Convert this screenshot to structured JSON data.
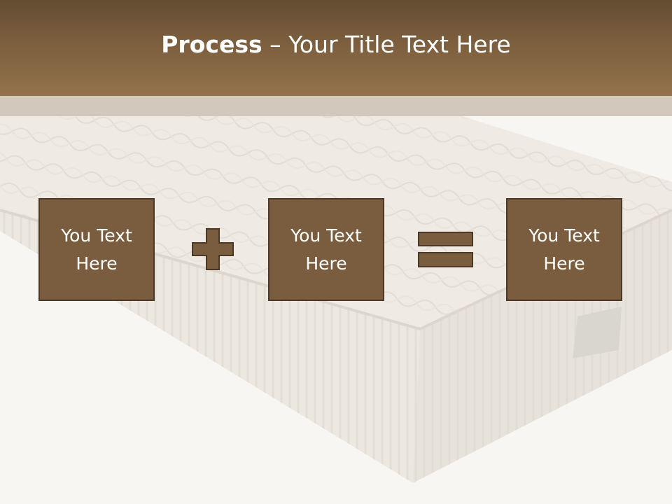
{
  "header": {
    "title_bold": "Process",
    "title_rest": " – Your Title Text Here"
  },
  "boxes": [
    {
      "text": "You Text Here"
    },
    {
      "text": "You Text Here"
    },
    {
      "text": "You Text Here"
    }
  ],
  "operators": {
    "first": "plus-icon",
    "second": "equals-icon"
  },
  "colors": {
    "header": "#7c5f3e",
    "box_fill": "#7a5c3e",
    "box_border": "#4b3826",
    "band": "#d2c8bb"
  }
}
